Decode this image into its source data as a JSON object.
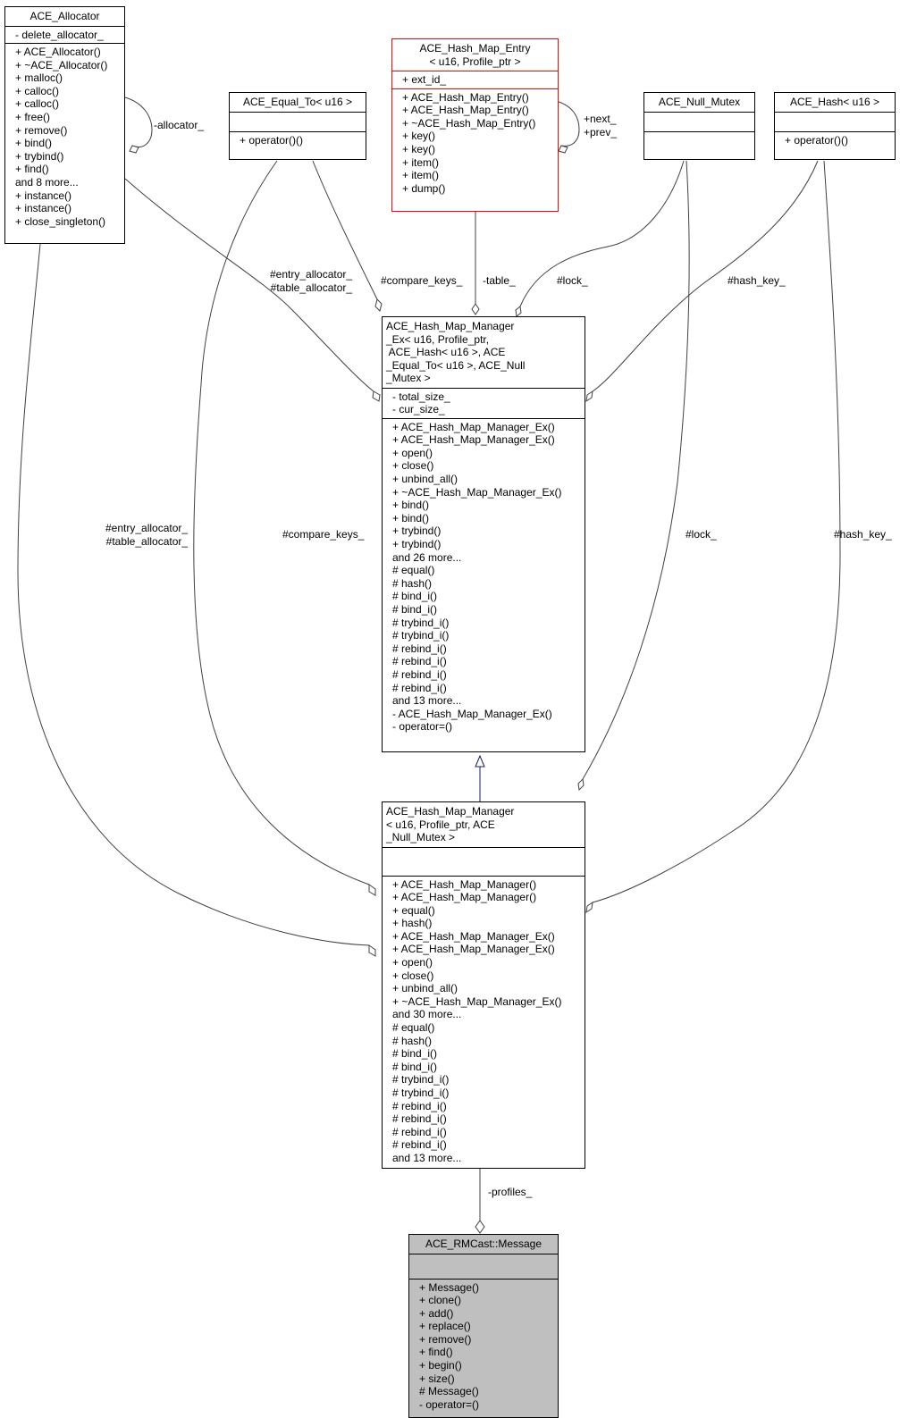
{
  "classes": {
    "ace_allocator": {
      "name": "ACE_Allocator",
      "attributes": [
        "- delete_allocator_"
      ],
      "methods": [
        "+ ACE_Allocator()",
        "+ ~ACE_Allocator()",
        "+ malloc()",
        "+ calloc()",
        "+ calloc()",
        "+ free()",
        "+ remove()",
        "+ bind()",
        "+ trybind()",
        "+ find()",
        "and 8 more...",
        "+ instance()",
        "+ instance()",
        "+ close_singleton()"
      ]
    },
    "ace_equal_to": {
      "name": "ACE_Equal_To< u16 >",
      "attributes": [],
      "methods": [
        "+ operator()()"
      ]
    },
    "ace_hash_map_entry": {
      "name": "ACE_Hash_Map_Entry\n< u16, Profile_ptr >",
      "attributes": [
        "+ ext_id_"
      ],
      "methods": [
        "+ ACE_Hash_Map_Entry()",
        "+ ACE_Hash_Map_Entry()",
        "+ ~ACE_Hash_Map_Entry()",
        "+ key()",
        "+ key()",
        "+ item()",
        "+ item()",
        "+ dump()"
      ]
    },
    "ace_null_mutex": {
      "name": "ACE_Null_Mutex",
      "attributes": [],
      "methods": []
    },
    "ace_hash": {
      "name": "ACE_Hash< u16 >",
      "attributes": [],
      "methods": [
        "+ operator()()"
      ]
    },
    "ace_hash_map_manager_ex": {
      "name": "ACE_Hash_Map_Manager\n_Ex< u16, Profile_ptr,\n ACE_Hash< u16 >, ACE\n_Equal_To< u16 >, ACE_Null\n_Mutex >",
      "attributes": [
        "- total_size_",
        "- cur_size_"
      ],
      "methods": [
        "+ ACE_Hash_Map_Manager_Ex()",
        "+ ACE_Hash_Map_Manager_Ex()",
        "+ open()",
        "+ close()",
        "+ unbind_all()",
        "+ ~ACE_Hash_Map_Manager_Ex()",
        "+ bind()",
        "+ bind()",
        "+ trybind()",
        "+ trybind()",
        "and 26 more...",
        "# equal()",
        "# hash()",
        "# bind_i()",
        "# bind_i()",
        "# trybind_i()",
        "# trybind_i()",
        "# rebind_i()",
        "# rebind_i()",
        "# rebind_i()",
        "# rebind_i()",
        "and 13 more...",
        "- ACE_Hash_Map_Manager_Ex()",
        "- operator=()"
      ]
    },
    "ace_hash_map_manager": {
      "name": "ACE_Hash_Map_Manager\n< u16, Profile_ptr, ACE\n_Null_Mutex >",
      "attributes": [],
      "methods": [
        "+ ACE_Hash_Map_Manager()",
        "+ ACE_Hash_Map_Manager()",
        "+ equal()",
        "+ hash()",
        "+ ACE_Hash_Map_Manager_Ex()",
        "+ ACE_Hash_Map_Manager_Ex()",
        "+ open()",
        "+ close()",
        "+ unbind_all()",
        "+ ~ACE_Hash_Map_Manager_Ex()",
        "and 30 more...",
        "# equal()",
        "# hash()",
        "# bind_i()",
        "# bind_i()",
        "# trybind_i()",
        "# trybind_i()",
        "# rebind_i()",
        "# rebind_i()",
        "# rebind_i()",
        "# rebind_i()",
        "and 13 more..."
      ]
    },
    "ace_rmcast_message": {
      "name": "ACE_RMCast::Message",
      "attributes": [],
      "methods": [
        "+ Message()",
        "+ clone()",
        "+ add()",
        "+ replace()",
        "+ remove()",
        "+ find()",
        "+ begin()",
        "+ size()",
        "# Message()",
        "- operator=()"
      ]
    }
  },
  "edge_labels": {
    "allocator_self": "-allocator_",
    "entry_next_prev": "+next_\n+prev_",
    "ex_entry_table_allocator": "#entry_allocator_\n#table_allocator_",
    "ex_compare_keys": "#compare_keys_",
    "ex_table": "-table_",
    "ex_lock": "#lock_",
    "ex_hash_key": "#hash_key_",
    "mgr_entry_table_allocator": "#entry_allocator_\n#table_allocator_",
    "mgr_compare_keys": "#compare_keys_",
    "mgr_lock": "#lock_",
    "mgr_hash_key": "#hash_key_",
    "profiles": "-profiles_"
  },
  "colors": {
    "line": "#404040",
    "inheritance": "#191970",
    "highlight_fill": "#bfbfbf",
    "template_border": "#ff0000"
  }
}
